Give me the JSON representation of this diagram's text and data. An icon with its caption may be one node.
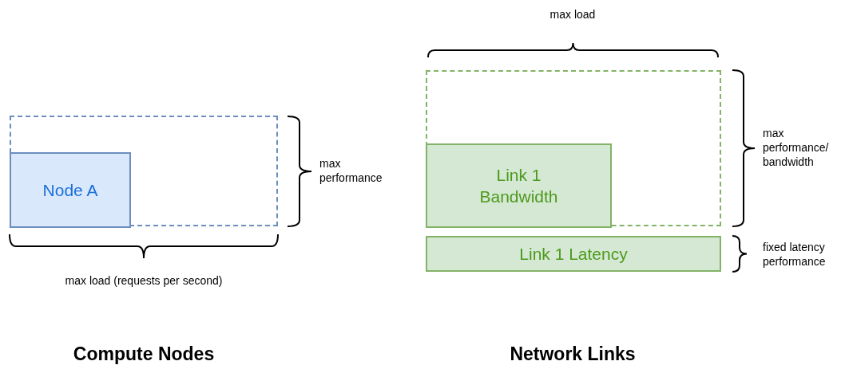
{
  "diagram": {
    "nodes": [
      {
        "text": [],
        "shape": "box"
      },
      {
        "text": [
          "Node A"
        ],
        "in": 0
      },
      {
        "text": [],
        "shape": "box"
      },
      {
        "text": [
          "Link 1 Bandwidth"
        ],
        "in": 2
      },
      {
        "text": [
          "Link 1 Latency"
        ]
      }
    ],
    "edges": [],
    "labels": [
      "max load",
      "max performance",
      "max performance/ bandwidth",
      "fixed latency performance",
      "max load (requests per second)",
      "Compute Nodes",
      "Network Links"
    ]
  }
}
